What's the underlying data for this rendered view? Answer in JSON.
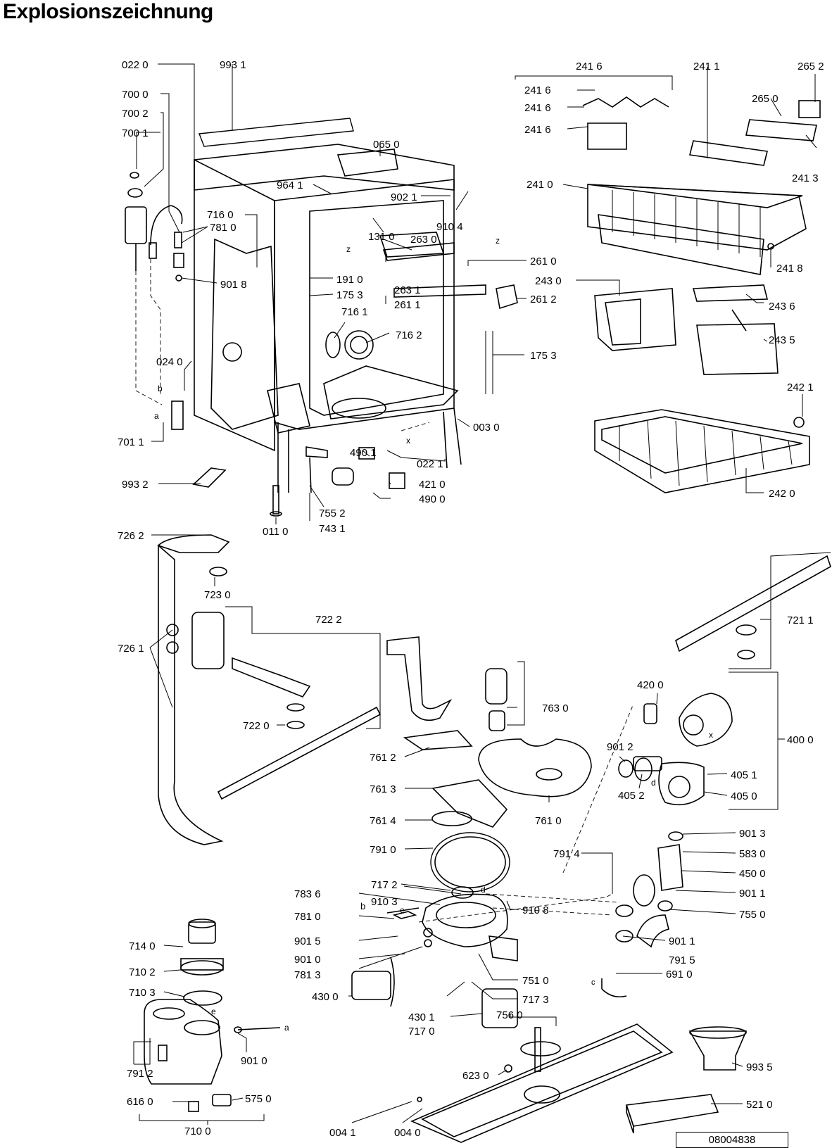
{
  "title": "Explosionszeichnung",
  "document_number": "08004838",
  "labels": [
    {
      "id": "l0",
      "text": "022 0"
    },
    {
      "id": "l1",
      "text": "993 1"
    },
    {
      "id": "l2",
      "text": "700 0"
    },
    {
      "id": "l3",
      "text": "700 2"
    },
    {
      "id": "l4",
      "text": "700 1"
    },
    {
      "id": "l5",
      "text": "065 0"
    },
    {
      "id": "l6",
      "text": "964 1"
    },
    {
      "id": "l7",
      "text": "902 1"
    },
    {
      "id": "l8",
      "text": "910 4"
    },
    {
      "id": "l9",
      "text": "716 0"
    },
    {
      "id": "l10",
      "text": "781 0"
    },
    {
      "id": "l11",
      "text": "131 0"
    },
    {
      "id": "l12",
      "text": "263 0"
    },
    {
      "id": "l13",
      "text": "901 8"
    },
    {
      "id": "l14",
      "text": "191 0"
    },
    {
      "id": "l15",
      "text": "175 3"
    },
    {
      "id": "l16",
      "text": "263 1"
    },
    {
      "id": "l17",
      "text": "261 1"
    },
    {
      "id": "l18",
      "text": "716 1"
    },
    {
      "id": "l19",
      "text": "716 2"
    },
    {
      "id": "l20",
      "text": "024 0"
    },
    {
      "id": "l21",
      "text": "175 3"
    },
    {
      "id": "l22",
      "text": "261 0"
    },
    {
      "id": "l23",
      "text": "261 2"
    },
    {
      "id": "l24",
      "text": "701 1"
    },
    {
      "id": "l25",
      "text": "003 0"
    },
    {
      "id": "l26",
      "text": "490 1"
    },
    {
      "id": "l27",
      "text": "022 1"
    },
    {
      "id": "l28",
      "text": "993 2"
    },
    {
      "id": "l29",
      "text": "421 0"
    },
    {
      "id": "l30",
      "text": "490 0"
    },
    {
      "id": "l31",
      "text": "755 2"
    },
    {
      "id": "l32",
      "text": "011 0"
    },
    {
      "id": "l33",
      "text": "743 1"
    },
    {
      "id": "l34",
      "text": "241 6"
    },
    {
      "id": "l35",
      "text": "241 1"
    },
    {
      "id": "l36",
      "text": "265 2"
    },
    {
      "id": "l37",
      "text": "241 6"
    },
    {
      "id": "l38",
      "text": "265 0"
    },
    {
      "id": "l39",
      "text": "241 6"
    },
    {
      "id": "l40",
      "text": "241 6"
    },
    {
      "id": "l41",
      "text": "241 0"
    },
    {
      "id": "l42",
      "text": "241 3"
    },
    {
      "id": "l43",
      "text": "241 8"
    },
    {
      "id": "l44",
      "text": "243 0"
    },
    {
      "id": "l45",
      "text": "243 6"
    },
    {
      "id": "l46",
      "text": "243 5"
    },
    {
      "id": "l47",
      "text": "242 1"
    },
    {
      "id": "l48",
      "text": "242 0"
    },
    {
      "id": "l49",
      "text": "726 2"
    },
    {
      "id": "l50",
      "text": "723 0"
    },
    {
      "id": "l51",
      "text": "722 2"
    },
    {
      "id": "l52",
      "text": "726 1"
    },
    {
      "id": "l53",
      "text": "722 0"
    },
    {
      "id": "l54",
      "text": "721 1"
    },
    {
      "id": "l55",
      "text": "763 0"
    },
    {
      "id": "l56",
      "text": "420 0"
    },
    {
      "id": "l57",
      "text": "400 0"
    },
    {
      "id": "l58",
      "text": "761 2"
    },
    {
      "id": "l59",
      "text": "901 2"
    },
    {
      "id": "l60",
      "text": "405 1"
    },
    {
      "id": "l61",
      "text": "761 3"
    },
    {
      "id": "l62",
      "text": "405 2"
    },
    {
      "id": "l63",
      "text": "405 0"
    },
    {
      "id": "l64",
      "text": "761 4"
    },
    {
      "id": "l65",
      "text": "761 0"
    },
    {
      "id": "l66",
      "text": "901 3"
    },
    {
      "id": "l67",
      "text": "791 0"
    },
    {
      "id": "l68",
      "text": "791 4"
    },
    {
      "id": "l69",
      "text": "583 0"
    },
    {
      "id": "l70",
      "text": "717 2"
    },
    {
      "id": "l71",
      "text": "450 0"
    },
    {
      "id": "l72",
      "text": "910 3"
    },
    {
      "id": "l73",
      "text": "783 6"
    },
    {
      "id": "l74",
      "text": "910 8"
    },
    {
      "id": "l75",
      "text": "901 1"
    },
    {
      "id": "l76",
      "text": "781 0"
    },
    {
      "id": "l77",
      "text": "755 0"
    },
    {
      "id": "l78",
      "text": "714 0"
    },
    {
      "id": "l79",
      "text": "901 5"
    },
    {
      "id": "l80",
      "text": "901 1"
    },
    {
      "id": "l81",
      "text": "901 0"
    },
    {
      "id": "l82",
      "text": "791 5"
    },
    {
      "id": "l83",
      "text": "710 2"
    },
    {
      "id": "l84",
      "text": "781 3"
    },
    {
      "id": "l85",
      "text": "751 0"
    },
    {
      "id": "l86",
      "text": "691 0"
    },
    {
      "id": "l87",
      "text": "710 3"
    },
    {
      "id": "l88",
      "text": "430 0"
    },
    {
      "id": "l89",
      "text": "717 3"
    },
    {
      "id": "l90",
      "text": "430 1"
    },
    {
      "id": "l91",
      "text": "756 0"
    },
    {
      "id": "l92",
      "text": "717 0"
    },
    {
      "id": "l93",
      "text": "901 0"
    },
    {
      "id": "l94",
      "text": "993 5"
    },
    {
      "id": "l95",
      "text": "791 2"
    },
    {
      "id": "l96",
      "text": "623 0"
    },
    {
      "id": "l97",
      "text": "616 0"
    },
    {
      "id": "l98",
      "text": "575 0"
    },
    {
      "id": "l99",
      "text": "521 0"
    },
    {
      "id": "l100",
      "text": "004 1"
    },
    {
      "id": "l101",
      "text": "004 0"
    },
    {
      "id": "l102",
      "text": "710 0"
    }
  ],
  "letter_marks": [
    {
      "id": "m0",
      "text": "z"
    },
    {
      "id": "m1",
      "text": "z"
    },
    {
      "id": "m2",
      "text": "x"
    },
    {
      "id": "m3",
      "text": "b"
    },
    {
      "id": "m4",
      "text": "a"
    },
    {
      "id": "m5",
      "text": "x"
    },
    {
      "id": "m6",
      "text": "d"
    },
    {
      "id": "m7",
      "text": "b"
    },
    {
      "id": "m8",
      "text": "e"
    },
    {
      "id": "m9",
      "text": "d"
    },
    {
      "id": "m10",
      "text": "e"
    },
    {
      "id": "m11",
      "text": "a"
    },
    {
      "id": "m12",
      "text": "c"
    }
  ]
}
